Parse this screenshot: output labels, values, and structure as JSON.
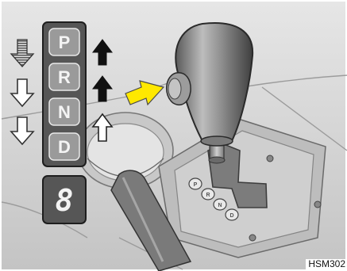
{
  "gear_indicator": {
    "positions": [
      {
        "letter": "P",
        "arrow": "up-solid"
      },
      {
        "letter": "R",
        "arrow": "up-solid"
      },
      {
        "letter": "N",
        "arrow": "up-outline"
      },
      {
        "letter": "D",
        "arrow": "none"
      }
    ],
    "left_arrows": [
      "down-striped",
      "down-outline",
      "down-outline"
    ],
    "digit_display": "8"
  },
  "lever_slots": [
    "P",
    "R",
    "N",
    "D"
  ],
  "colors": {
    "gear_box": "#565656",
    "gear_key": "#9a9a9a",
    "release_arrow": "#ffe800",
    "background": "#ffffff",
    "console": "#d9d9d9"
  },
  "figure_code": "HSM302"
}
